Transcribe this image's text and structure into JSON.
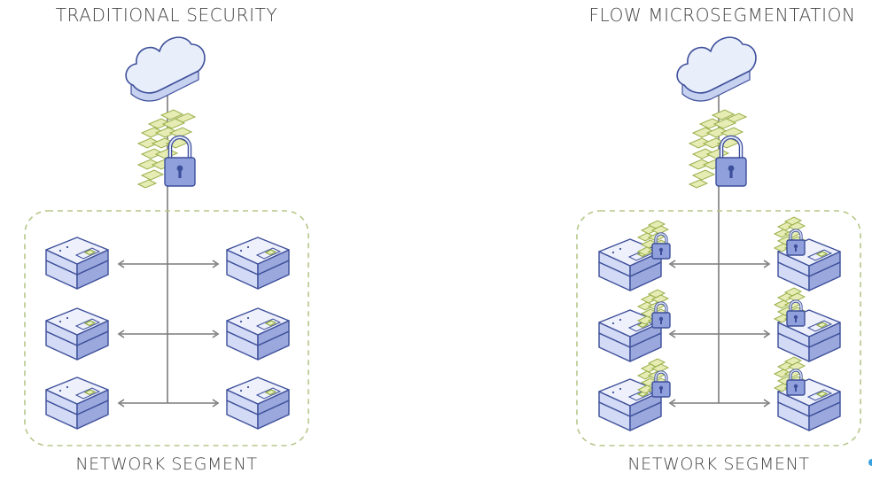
{
  "panels": [
    {
      "title": "TRADITIONAL SECURITY",
      "segment_label": "NETWORK SEGMENT",
      "workloads_protected": false,
      "workloads": 6
    },
    {
      "title": "FLOW MICROSEGMENTATION",
      "segment_label": "NETWORK SEGMENT",
      "workloads_protected": true,
      "workloads": 6
    }
  ],
  "colors": {
    "server_outline": "#3d4f9a",
    "firewall_brick": "#e6ecb4",
    "segment_border": "#b6c78a",
    "connector": "#7c7c7c"
  },
  "icons": [
    "cloud-icon",
    "firewall-icon",
    "padlock-icon",
    "server-icon"
  ]
}
